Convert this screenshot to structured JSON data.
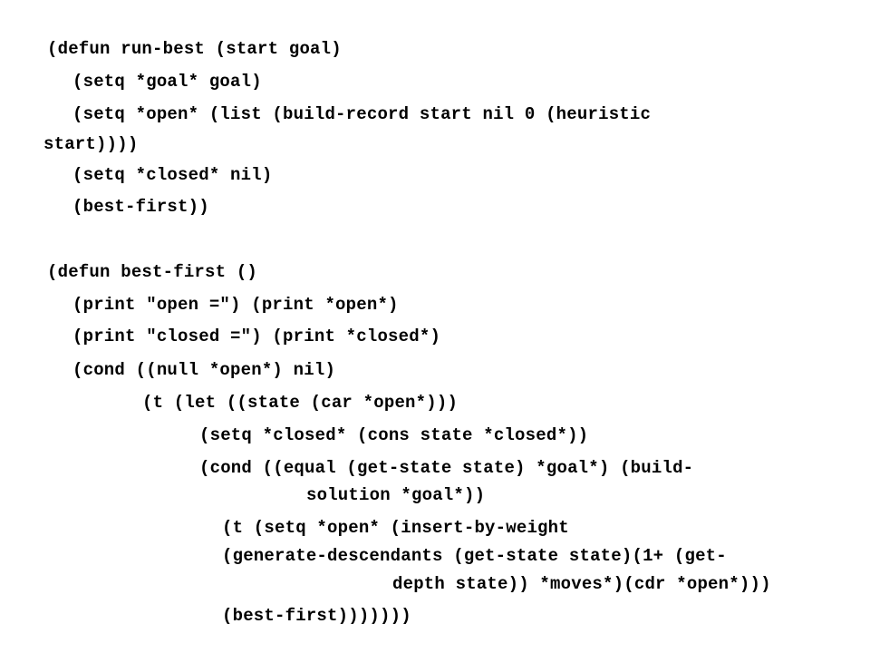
{
  "code": {
    "lines": [
      "(defun run-best (start goal)",
      "(setq *goal* goal)",
      "(setq *open* (list (build-record start nil 0 (heuristic",
      "start))))",
      "(setq *closed* nil)",
      "(best-first))",
      "(defun best-first ()",
      "(print \"open =\") (print *open*)",
      "(print \"closed =\") (print *closed*)",
      "(cond ((null *open*) nil)",
      "(t (let ((state (car *open*)))",
      "(setq *closed* (cons state *closed*))",
      "(cond ((equal (get-state state) *goal*) (build-",
      "solution *goal*))",
      "(t (setq *open* (insert-by-weight",
      "(generate-descendants (get-state state)(1+ (get-",
      "depth state)) *moves*)(cdr *open*)))",
      "(best-first)))))))"
    ]
  }
}
